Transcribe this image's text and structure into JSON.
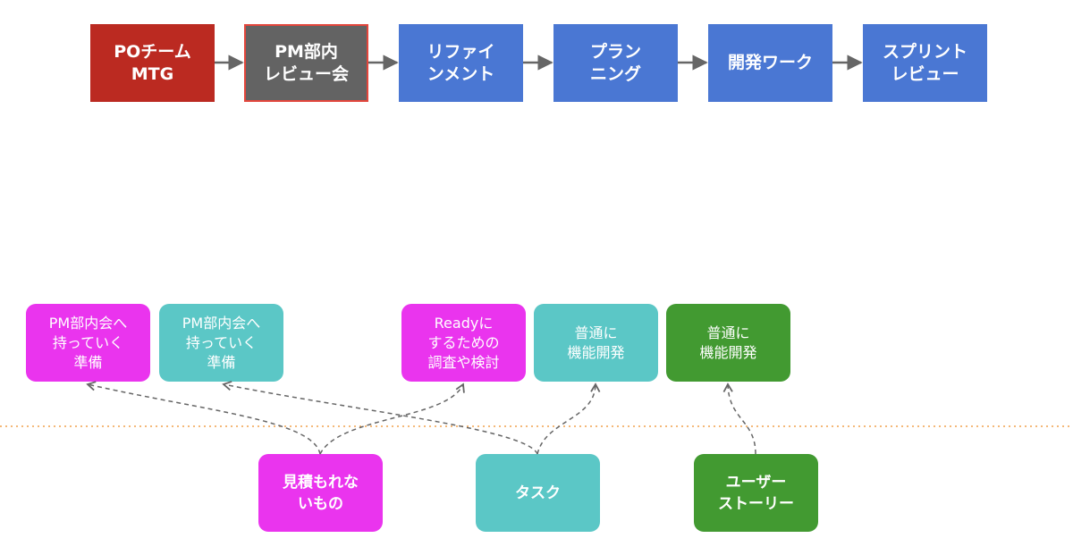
{
  "process": [
    {
      "label": "POチーム\nMTG",
      "color": "#bb2a21"
    },
    {
      "label": "PM部内\nレビュー会",
      "color": "#636363"
    },
    {
      "label": "リファイ\nンメント",
      "color": "#4a77d3"
    },
    {
      "label": "プラン\nニング",
      "color": "#4a77d3"
    },
    {
      "label": "開発ワーク",
      "color": "#4a77d3"
    },
    {
      "label": "スプリント\nレビュー",
      "color": "#4a77d3"
    }
  ],
  "destinations": [
    {
      "label": "PM部内会へ\n持っていく\n準備",
      "color": "#ea34ee"
    },
    {
      "label": "PM部内会へ\n持っていく\n準備",
      "color": "#5bc7c6"
    },
    {
      "label": "Readyに\nするための\n調査や検討",
      "color": "#ea34ee"
    },
    {
      "label": "普通に\n機能開発",
      "color": "#5bc7c6"
    },
    {
      "label": "普通に\n機能開発",
      "color": "#429a31"
    }
  ],
  "item_types": [
    {
      "label": "見積もれな\nいもの",
      "color": "#ea34ee"
    },
    {
      "label": "タスク",
      "color": "#5bc7c6"
    },
    {
      "label": "ユーザー\nストーリー",
      "color": "#429a31"
    }
  ],
  "colors": {
    "arrow": "#666666",
    "divider": "#f0a04b"
  }
}
